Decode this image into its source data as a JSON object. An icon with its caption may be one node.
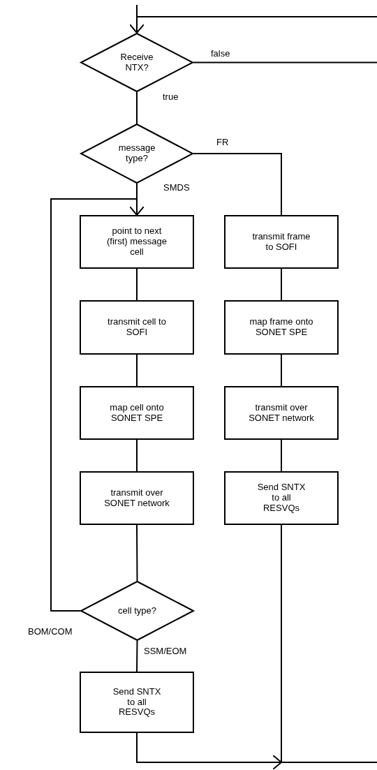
{
  "diagram": {
    "nodes": [
      {
        "text": [
          "Receive NTX?"
        ]
      },
      {
        "text": [
          "message type?"
        ]
      },
      {
        "text": [
          "point to next (first) message cell"
        ]
      },
      {
        "text": [
          "transmit cell to SOFI"
        ]
      },
      {
        "text": [
          "map cell onto SONET SPE"
        ]
      },
      {
        "text": [
          "transmit over SONET network"
        ]
      },
      {
        "text": [
          "cell type?"
        ]
      },
      {
        "text": [
          "Send SNTX to all RESVQs"
        ]
      },
      {
        "text": [
          "transmit frame to SOFI"
        ]
      },
      {
        "text": [
          "map frame onto SONET SPE"
        ]
      },
      {
        "text": [
          "transmit over SONET network"
        ]
      },
      {
        "text": [
          "Send SNTX to all RESVQs"
        ]
      }
    ],
    "edges": [
      {
        "from": null,
        "to": 0,
        "arrow": "to"
      },
      {
        "from": 0,
        "to": null,
        "arrow": "none",
        "label": "false"
      },
      {
        "from": 0,
        "to": 1,
        "arrow": "none",
        "label": "true"
      },
      {
        "from": 1,
        "to": 2,
        "arrow": "none",
        "label": "SMDS"
      },
      {
        "from": 1,
        "to": 8,
        "arrow": "none",
        "label": "FR"
      },
      {
        "from": 2,
        "to": 3,
        "arrow": "none"
      },
      {
        "from": 3,
        "to": 4,
        "arrow": "none"
      },
      {
        "from": 4,
        "to": 5,
        "arrow": "none"
      },
      {
        "from": 5,
        "to": 6,
        "arrow": "none"
      },
      {
        "from": 6,
        "to": 2,
        "arrow": "to",
        "label": "BOM/COM"
      },
      {
        "from": 6,
        "to": 7,
        "arrow": "none",
        "label": "SSM/EOM"
      },
      {
        "from": 8,
        "to": 9,
        "arrow": "none"
      },
      {
        "from": 9,
        "to": 10,
        "arrow": "none"
      },
      {
        "from": 10,
        "to": 11,
        "arrow": "none"
      },
      {
        "from": 7,
        "to": null,
        "arrow": "to"
      },
      {
        "from": 11,
        "to": null,
        "arrow": "none"
      }
    ]
  }
}
